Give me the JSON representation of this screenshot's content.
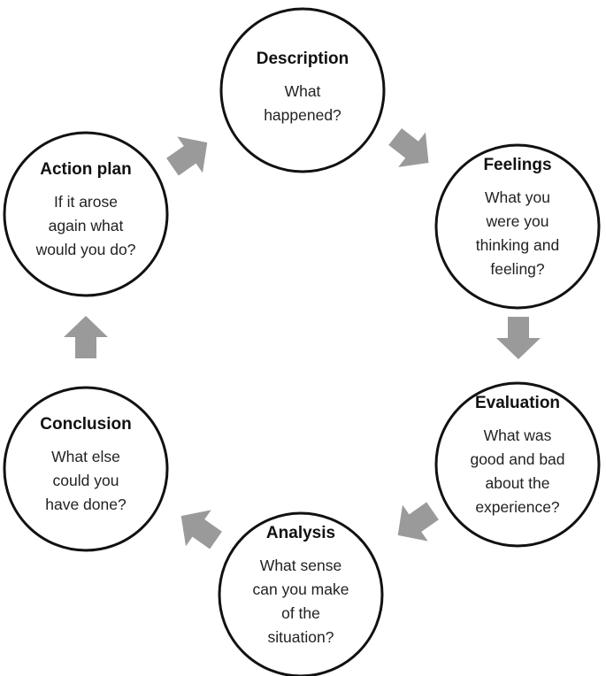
{
  "stages": [
    {
      "id": "description",
      "title": "Description",
      "lines": [
        "What",
        "happened?"
      ]
    },
    {
      "id": "feelings",
      "title": "Feelings",
      "lines": [
        "What you",
        "were you",
        "thinking and",
        "feeling?"
      ]
    },
    {
      "id": "evaluation",
      "title": "Evaluation",
      "lines": [
        "What was",
        "good and bad",
        "about the",
        "experience?"
      ]
    },
    {
      "id": "analysis",
      "title": "Analysis",
      "lines": [
        "What sense",
        "can you make",
        "of the",
        "situation?"
      ]
    },
    {
      "id": "conclusion",
      "title": "Conclusion",
      "lines": [
        "What else",
        "could you",
        "have done?"
      ]
    },
    {
      "id": "action-plan",
      "title": "Action plan",
      "lines": [
        "If it arose",
        "again what",
        "would you do?"
      ]
    }
  ],
  "colors": {
    "arrow": "#9a9a9a",
    "circle_stroke": "#111111",
    "circle_fill": "#ffffff"
  }
}
